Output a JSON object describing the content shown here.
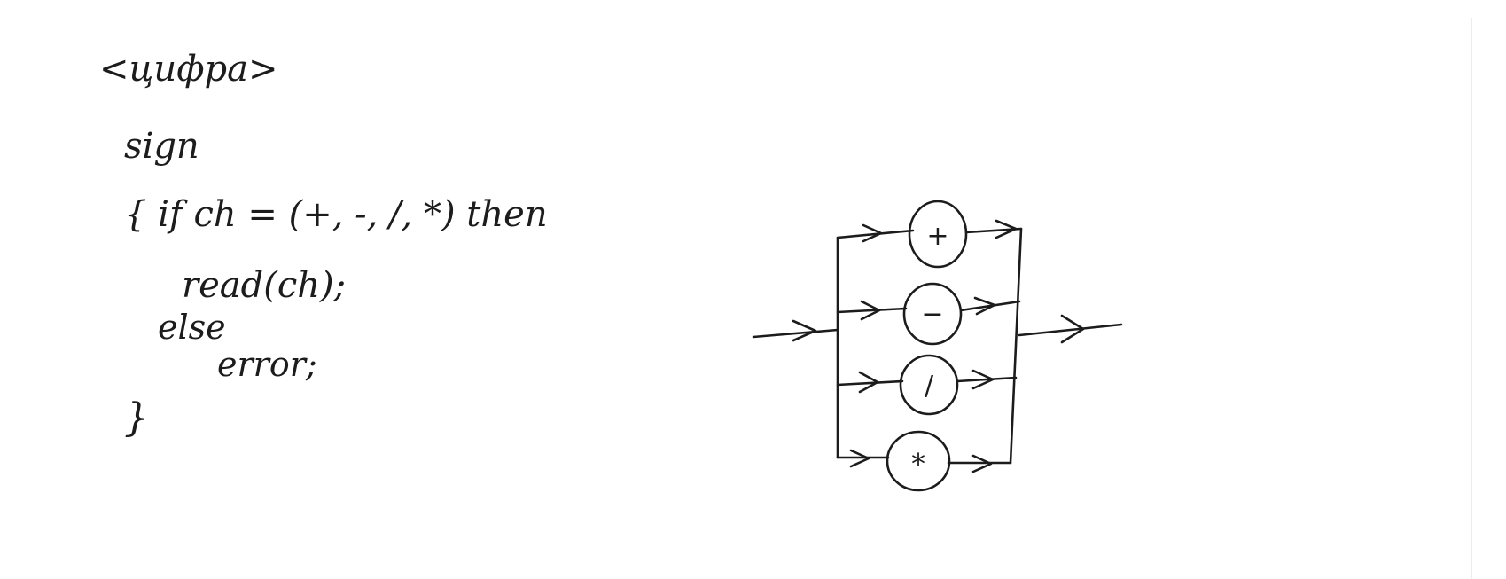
{
  "code": {
    "title": "<цифра>",
    "sign": "sign",
    "if_line": "{ if ch = (+, -, /, *) then",
    "read_line": "read(ch);",
    "else_line": "else",
    "error_line": "error;",
    "close_brace": "}"
  },
  "diagram": {
    "branches": [
      {
        "symbol": "+"
      },
      {
        "symbol": "−"
      },
      {
        "symbol": "/"
      },
      {
        "symbol": "*"
      }
    ]
  },
  "colors": {
    "ink": "#1c1c1c",
    "paper": "#ffffff"
  }
}
